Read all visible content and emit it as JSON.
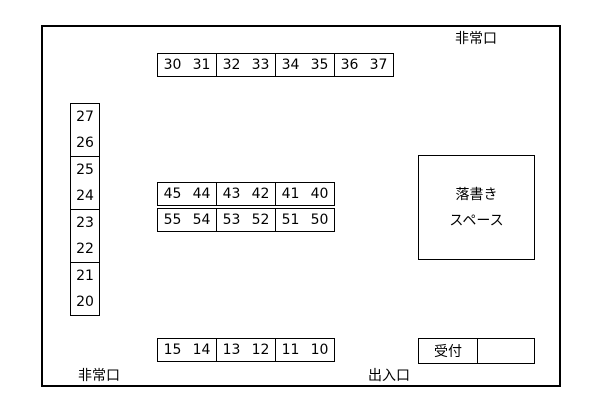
{
  "labels": {
    "emergency_exit_top": "非常口",
    "emergency_exit_bottom": "非常口",
    "entrance": "出入口"
  },
  "graffiti_space": {
    "line1": "落書き",
    "line2": "スペース"
  },
  "reception": {
    "label": "受付",
    "value": ""
  },
  "rows": {
    "top": [
      [
        "30",
        "31"
      ],
      [
        "32",
        "33"
      ],
      [
        "34",
        "35"
      ],
      [
        "36",
        "37"
      ]
    ],
    "middle_upper": [
      [
        "45",
        "44"
      ],
      [
        "43",
        "42"
      ],
      [
        "41",
        "40"
      ]
    ],
    "middle_lower": [
      [
        "55",
        "54"
      ],
      [
        "53",
        "52"
      ],
      [
        "51",
        "50"
      ]
    ],
    "bottom": [
      [
        "15",
        "14"
      ],
      [
        "13",
        "12"
      ],
      [
        "11",
        "10"
      ]
    ],
    "left_column": [
      [
        "27",
        "26"
      ],
      [
        "25",
        "24"
      ],
      [
        "23",
        "22"
      ],
      [
        "21",
        "20"
      ]
    ]
  }
}
